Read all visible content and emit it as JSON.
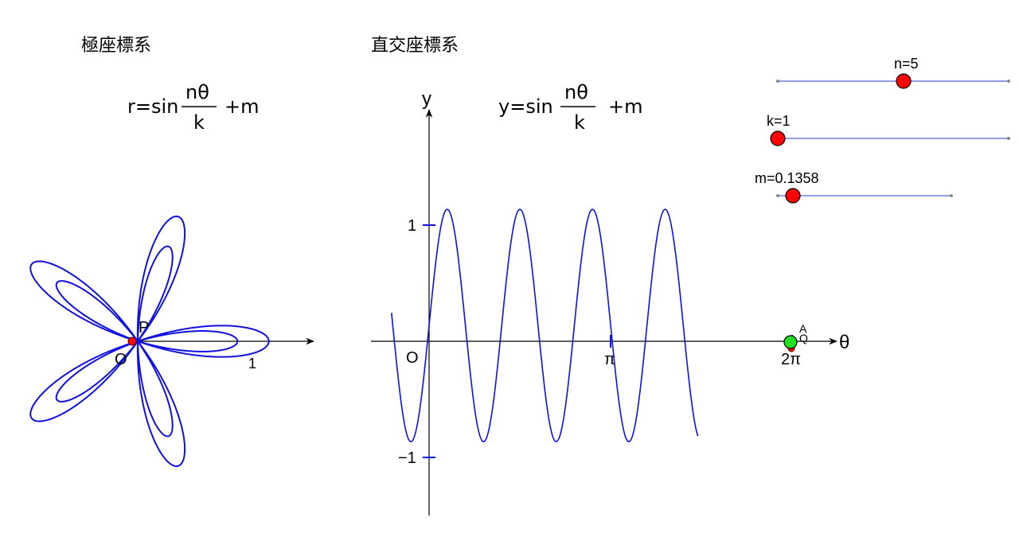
{
  "panels": {
    "polar_title": "極座標系",
    "cartesian_title": "直交座標系"
  },
  "polar_formula": {
    "lhs": "r=sin",
    "num": "nθ",
    "den": "k",
    "rhs": "+m"
  },
  "cartesian_formula": {
    "lhs": "y=sin",
    "num": "nθ",
    "den": "k",
    "rhs": "+m"
  },
  "polar_axes": {
    "origin_label": "O",
    "tick_1": "1",
    "point_label": "P"
  },
  "cartesian_axes": {
    "y_name": "y",
    "x_name": "θ",
    "origin_label": "O",
    "y_tick_pos": "1",
    "y_tick_neg": "−1",
    "x_tick_pi": "π",
    "x_tick_2pi": "2π",
    "point_a_label": "A",
    "point_q_label": "Q"
  },
  "sliders": [
    {
      "label": "n=5",
      "value": 5
    },
    {
      "label": "k=1",
      "value": 1
    },
    {
      "label": "m=0.1358",
      "value": 0.1358
    }
  ],
  "colors": {
    "curve": "#1010e0",
    "slider_line": "#6b7fe0",
    "handle": "#ff0000",
    "point_a": "#00e000"
  },
  "chart_data": {
    "type": "line",
    "function": "y = sin(n·θ/k) + m",
    "params": {
      "n": 5,
      "k": 1,
      "m": 0.1358
    },
    "polar_theta_range": [
      0,
      6.2832
    ],
    "cartesian_x_range": [
      -0.65,
      4.65
    ],
    "cartesian_y_range": [
      -1.5,
      2.0
    ]
  }
}
